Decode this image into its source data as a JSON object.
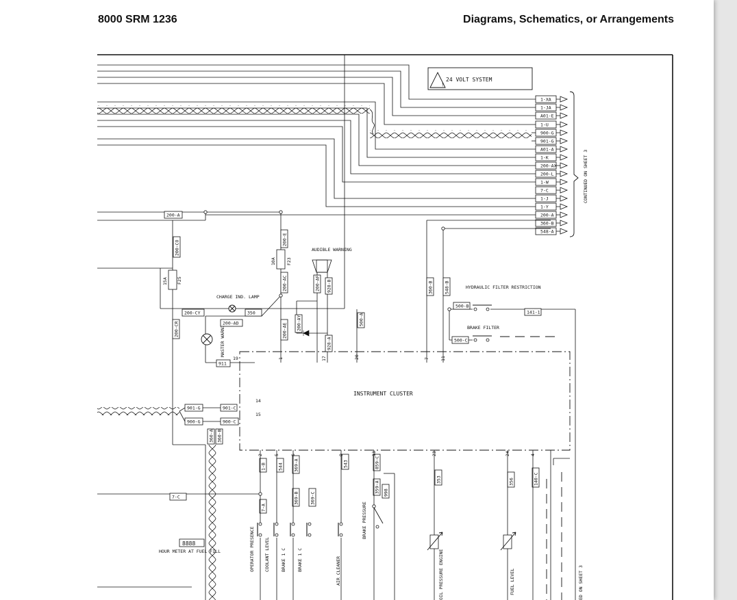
{
  "header": {
    "doc_number": "8000 SRM 1236",
    "section_title": "Diagrams, Schematics, or Arrangements"
  },
  "diagram": {
    "system_label": "24 VOLT SYSTEM",
    "connector_labels": [
      "1-XA",
      "1-JA",
      "A01-E",
      "1-U",
      "900-G",
      "901-G",
      "A01-A",
      "1-K",
      "200-AX",
      "200-L",
      "1-W",
      "7-C",
      "1-J",
      "1-Y",
      "200-A",
      "360-B",
      "548-A"
    ],
    "continued_label": "CONTINUED ON SHEET 3",
    "continued_label_bottom": "ED ON SHEET 3",
    "instrument_cluster": "INSTRUMENT CLUSTER",
    "charge_lamp": "CHARGE IND. LAMP",
    "audible_warning": "AUDIBLE WARNING",
    "master_warning": "MASTER WARNING",
    "hydraulic_filter": "HYDRAULIC FILTER RESTRICTION",
    "brake_filter": "BRAKE FILTER",
    "hour_meter_display": "8888",
    "hour_meter": "HOUR METER AT FUEL FILL",
    "fuse_15a": "15A",
    "fuse_f25": "F25",
    "fuse_10a": "10A",
    "fuse_f23": "F23",
    "wires": {
      "w200a_left": "200-A",
      "w200co": "200-CO",
      "w200e": "200-E",
      "w200ac": "200-AC",
      "w200cy": "200-CY",
      "w350": "350",
      "w200ad": "200-AD",
      "w200ae": "200-AE",
      "w200ay": "200-AY",
      "w200af": "200-AF",
      "w928b": "928-B",
      "w928a": "928-A",
      "w500a": "500-A",
      "w360b": "360-B",
      "w548b": "548-B",
      "w500b": "500-B",
      "w500c": "500-C",
      "w1411": "141-1",
      "w200cr": "200-CR",
      "w911": "911",
      "w901g": "901-G",
      "w901c": "901-C",
      "w900g": "900-G",
      "w900c": "900-C",
      "w360a": "360-A",
      "w360b2": "360-B",
      "w7c": "7-C",
      "w1b": "1-B",
      "w544": "544",
      "w369a": "369-A",
      "w543": "543",
      "w859c": "859-C",
      "w359a": "359-A",
      "w998": "998",
      "w353": "353",
      "w356": "356",
      "w140c": "140-C",
      "w7a": "7-A",
      "w369b": "369-B",
      "w369c": "369-C"
    },
    "pins": {
      "p19": "19",
      "p1": "1",
      "p17": "17",
      "p20": "20",
      "p7": "7",
      "p11": "11",
      "p14": "14",
      "p15": "15",
      "p2": "2",
      "p5": "5",
      "p6": "6",
      "p9": "9",
      "p13": "13",
      "p23": "23",
      "p24": "24",
      "p4": "4"
    },
    "sensors": {
      "operator": "OPERATOR PRESENCE",
      "coolant": "COOLANT LEVEL",
      "brake1": "BRAKE 1 C",
      "brake2": "BRAKE 1 C",
      "air": "AIR CLEANER",
      "brake_pressure": "BRAKE PRESSURE",
      "oil": "OIL PRESSURE ENGINE",
      "fuel": "FUEL LEVEL"
    }
  }
}
